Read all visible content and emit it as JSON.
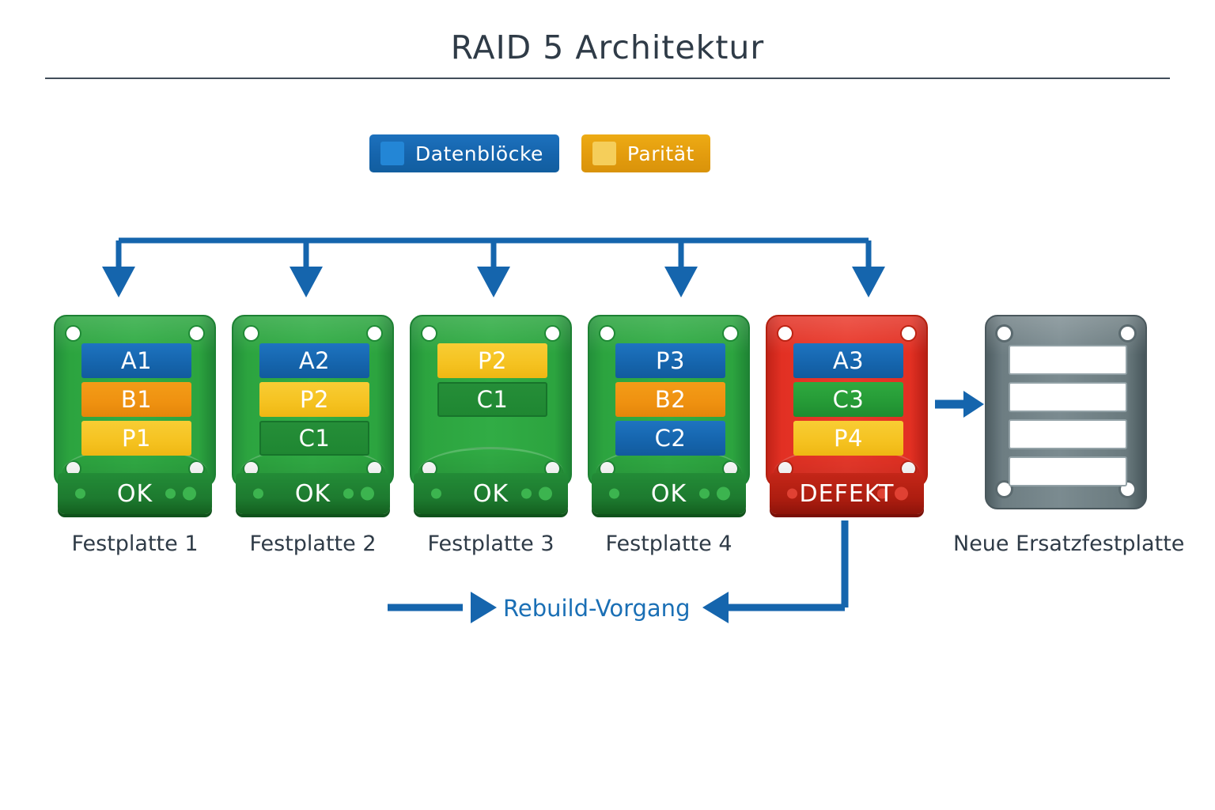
{
  "page": {
    "title": "RAID 5 Architektur",
    "background": "#ffffff"
  },
  "colors": {
    "title_text": "#2f3b47",
    "rule": "#414e5a",
    "data_blue": "#1564ac",
    "parity_yellow": "#f5c220",
    "orange": "#ef9110",
    "ok_green": "#2ca43f",
    "fail_red": "#e23023",
    "spare_gray": "#6a7a7e",
    "arrow_blue": "#1565ad",
    "rebuild_text": "#1a6fb5"
  },
  "legend": {
    "items": [
      {
        "label": "Datenblöcke",
        "kind": "data",
        "swatch": "#2386d6",
        "pill": "#1564ac"
      },
      {
        "label": "Parität",
        "kind": "parity",
        "swatch": "#f5ce5a",
        "pill": "#e39c0e"
      }
    ]
  },
  "bus": {
    "name": "raid-controller-distribution-bus",
    "arrow_count": 5,
    "color": "#1565ad"
  },
  "disks": [
    {
      "id": "disk-1",
      "caption": "Festplatte 1",
      "status": "OK",
      "state": "ok",
      "blocks": [
        {
          "label": "A1",
          "type": "data"
        },
        {
          "label": "B1",
          "type": "data-alt"
        },
        {
          "label": "P1",
          "type": "parity"
        }
      ]
    },
    {
      "id": "disk-2",
      "caption": "Festplatte 2",
      "status": "OK",
      "state": "ok",
      "blocks": [
        {
          "label": "A2",
          "type": "data"
        },
        {
          "label": "P2",
          "type": "parity"
        },
        {
          "label": "C1",
          "type": "empty"
        }
      ]
    },
    {
      "id": "disk-3",
      "caption": "Festplatte 3",
      "status": "OK",
      "state": "ok",
      "blocks": [
        {
          "label": "P2",
          "type": "parity"
        },
        {
          "label": "C1",
          "type": "empty"
        }
      ]
    },
    {
      "id": "disk-4",
      "caption": "Festplatte 4",
      "status": "OK",
      "state": "ok",
      "blocks": [
        {
          "label": "P3",
          "type": "data"
        },
        {
          "label": "B2",
          "type": "data-alt"
        },
        {
          "label": "C2",
          "type": "data"
        }
      ]
    },
    {
      "id": "disk-5",
      "caption": "",
      "status": "DEFEKT",
      "state": "failed",
      "blocks": [
        {
          "label": "A3",
          "type": "data"
        },
        {
          "label": "C3",
          "type": "green"
        },
        {
          "label": "P4",
          "type": "parity"
        }
      ]
    }
  ],
  "spare": {
    "id": "spare-disk",
    "caption": "Neue Ersatzfestplatte",
    "slot_count": 4,
    "status": ""
  },
  "rebuild": {
    "label": "Rebuild-Vorgang",
    "direction": "bidirectional"
  }
}
